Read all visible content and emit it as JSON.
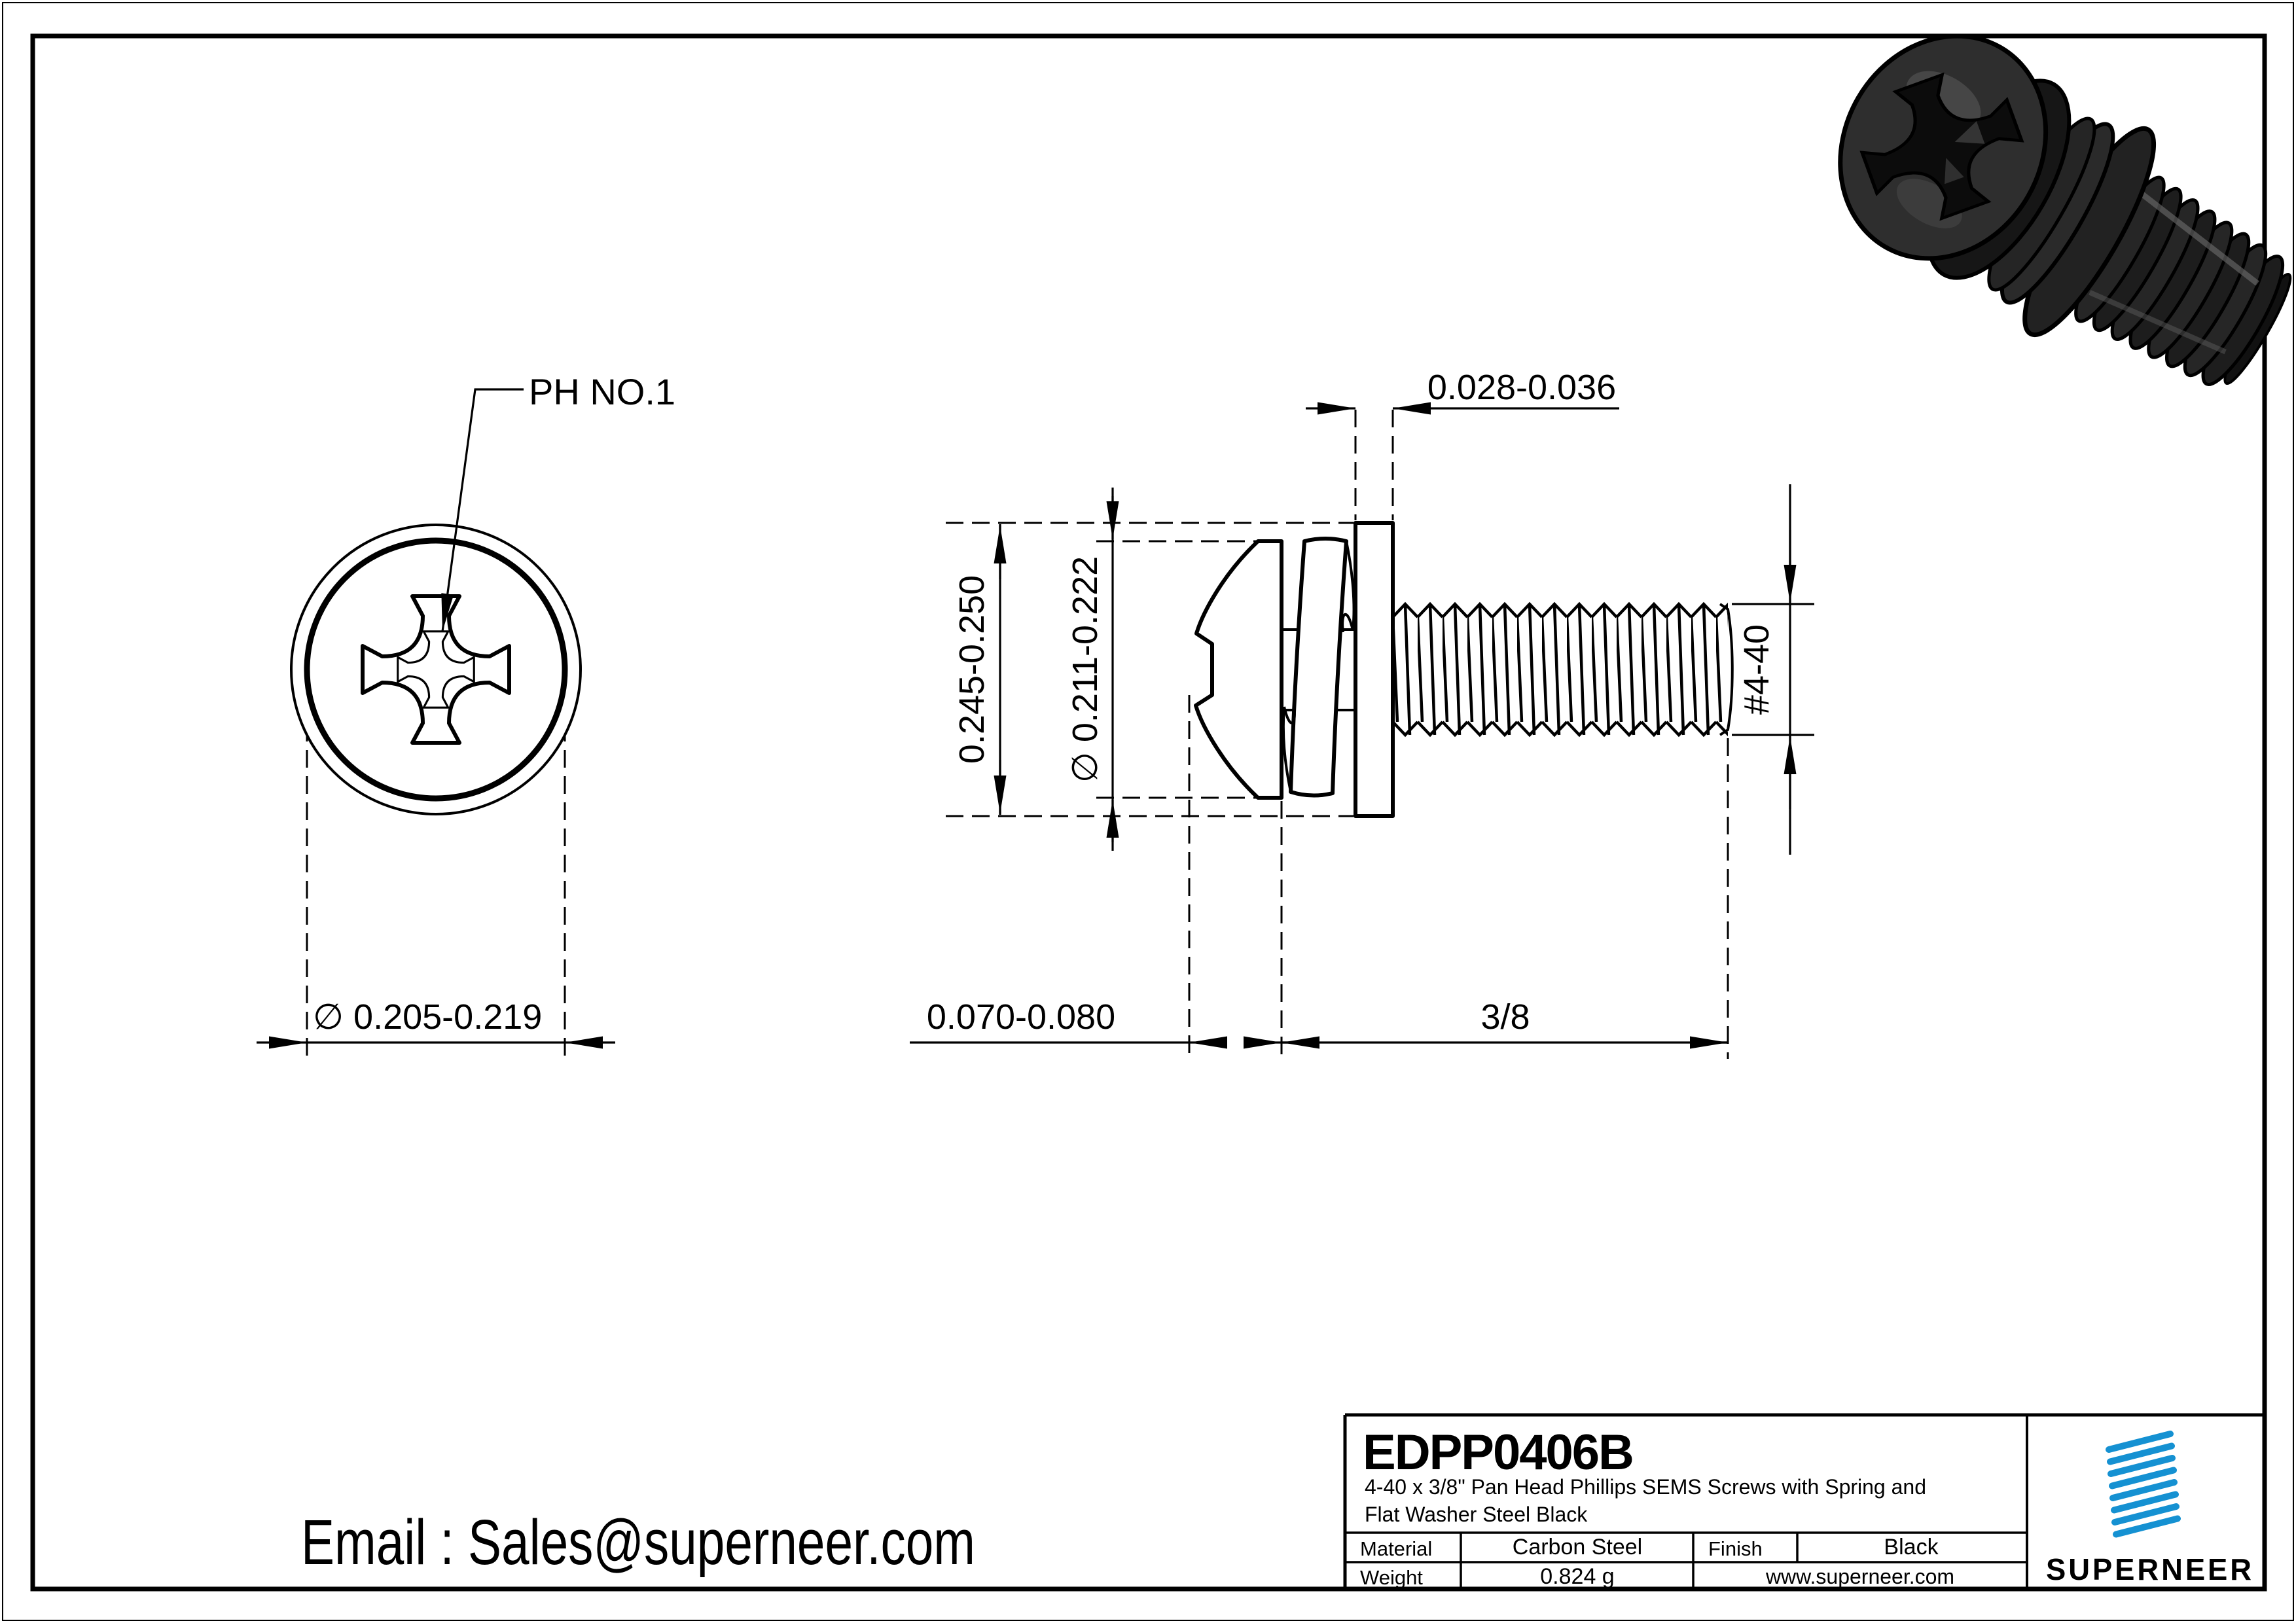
{
  "views": {
    "front": {
      "label": "PH NO.1",
      "dim_diameter": "∅ 0.205-0.219"
    },
    "side": {
      "dim_washer_thickness": "0.028-0.036",
      "dim_washer_od": "0.245-0.250",
      "dim_head_diameter": "∅ 0.211-0.222",
      "dim_head_height": "0.070-0.080",
      "dim_length": "3/8",
      "dim_thread_size": "#4-40"
    }
  },
  "contact": {
    "email": "Email : Sales@superneer.com"
  },
  "title_block": {
    "part_number": "EDPP0406B",
    "description_line1": "4-40 x 3/8\" Pan Head Phillips SEMS Screws with Spring and",
    "description_line2": "Flat Washer Steel Black",
    "material_label": "Material",
    "material_value": "Carbon Steel",
    "finish_label": "Finish",
    "finish_value": "Black",
    "weight_label": "Weight",
    "weight_value": "0.824 g",
    "website": "www.superneer.com",
    "brand": "SUPERNEER"
  },
  "colors": {
    "brand_blue": "#1591d2",
    "link_blue": "#1591d2",
    "line_black": "#000000"
  }
}
